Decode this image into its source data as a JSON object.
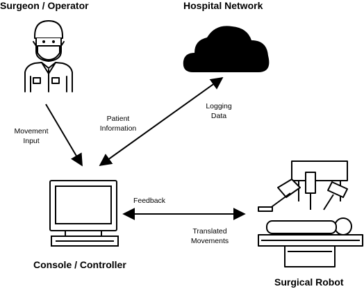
{
  "nodes": {
    "surgeon": {
      "label": "Surgeon / Operator",
      "icon": "surgeon-icon"
    },
    "network": {
      "label": "Hospital Network",
      "icon": "cloud-icon"
    },
    "console": {
      "label": "Console / Controller",
      "icon": "computer-monitor-icon"
    },
    "robot": {
      "label": "Surgical Robot",
      "icon": "surgical-robot-icon"
    }
  },
  "edges": {
    "movement_input": {
      "line1": "Movement",
      "line2": "Input"
    },
    "patient_information": {
      "line1": "Patient",
      "line2": "Information"
    },
    "logging_data": {
      "line1": "Logging",
      "line2": "Data"
    },
    "feedback": {
      "line1": "Feedback"
    },
    "translated_movements": {
      "line1": "Translated",
      "line2": "Movements"
    }
  },
  "colors": {
    "ink": "#000000",
    "background": "#ffffff"
  }
}
